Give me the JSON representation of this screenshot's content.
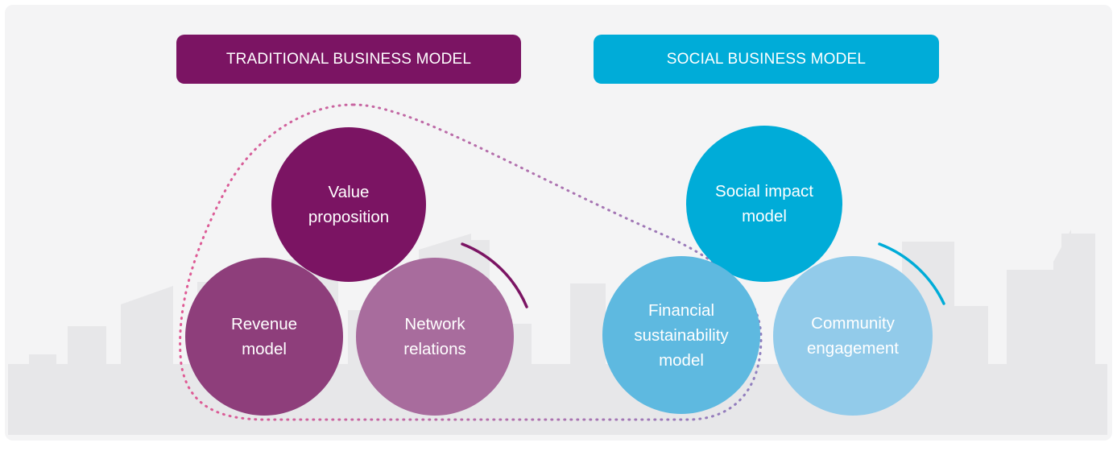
{
  "traditional": {
    "header": "TRADITIONAL BUSINESS MODEL",
    "value_proposition": [
      "Value",
      "proposition"
    ],
    "revenue_model": [
      "Revenue",
      "model"
    ],
    "network_relations": [
      "Network",
      "relations"
    ]
  },
  "social": {
    "header": "SOCIAL BUSINESS MODEL",
    "social_impact": [
      "Social impact",
      "model"
    ],
    "financial": [
      "Financial",
      "sustainability",
      "model"
    ],
    "community": [
      "Community",
      "engagement"
    ]
  },
  "colors": {
    "plum_dark": "#7b1463",
    "plum_mid": "#8e3e7b",
    "plum_light": "#a86c9d",
    "cyan_dark": "#00acd8",
    "cyan_mid": "#5eb9e0",
    "cyan_light": "#92cbea",
    "panel": "#f4f4f5",
    "skyline": "#e7e7e9",
    "dots_pink": "#e05a94",
    "dots_purple": "#8f7fbf"
  }
}
